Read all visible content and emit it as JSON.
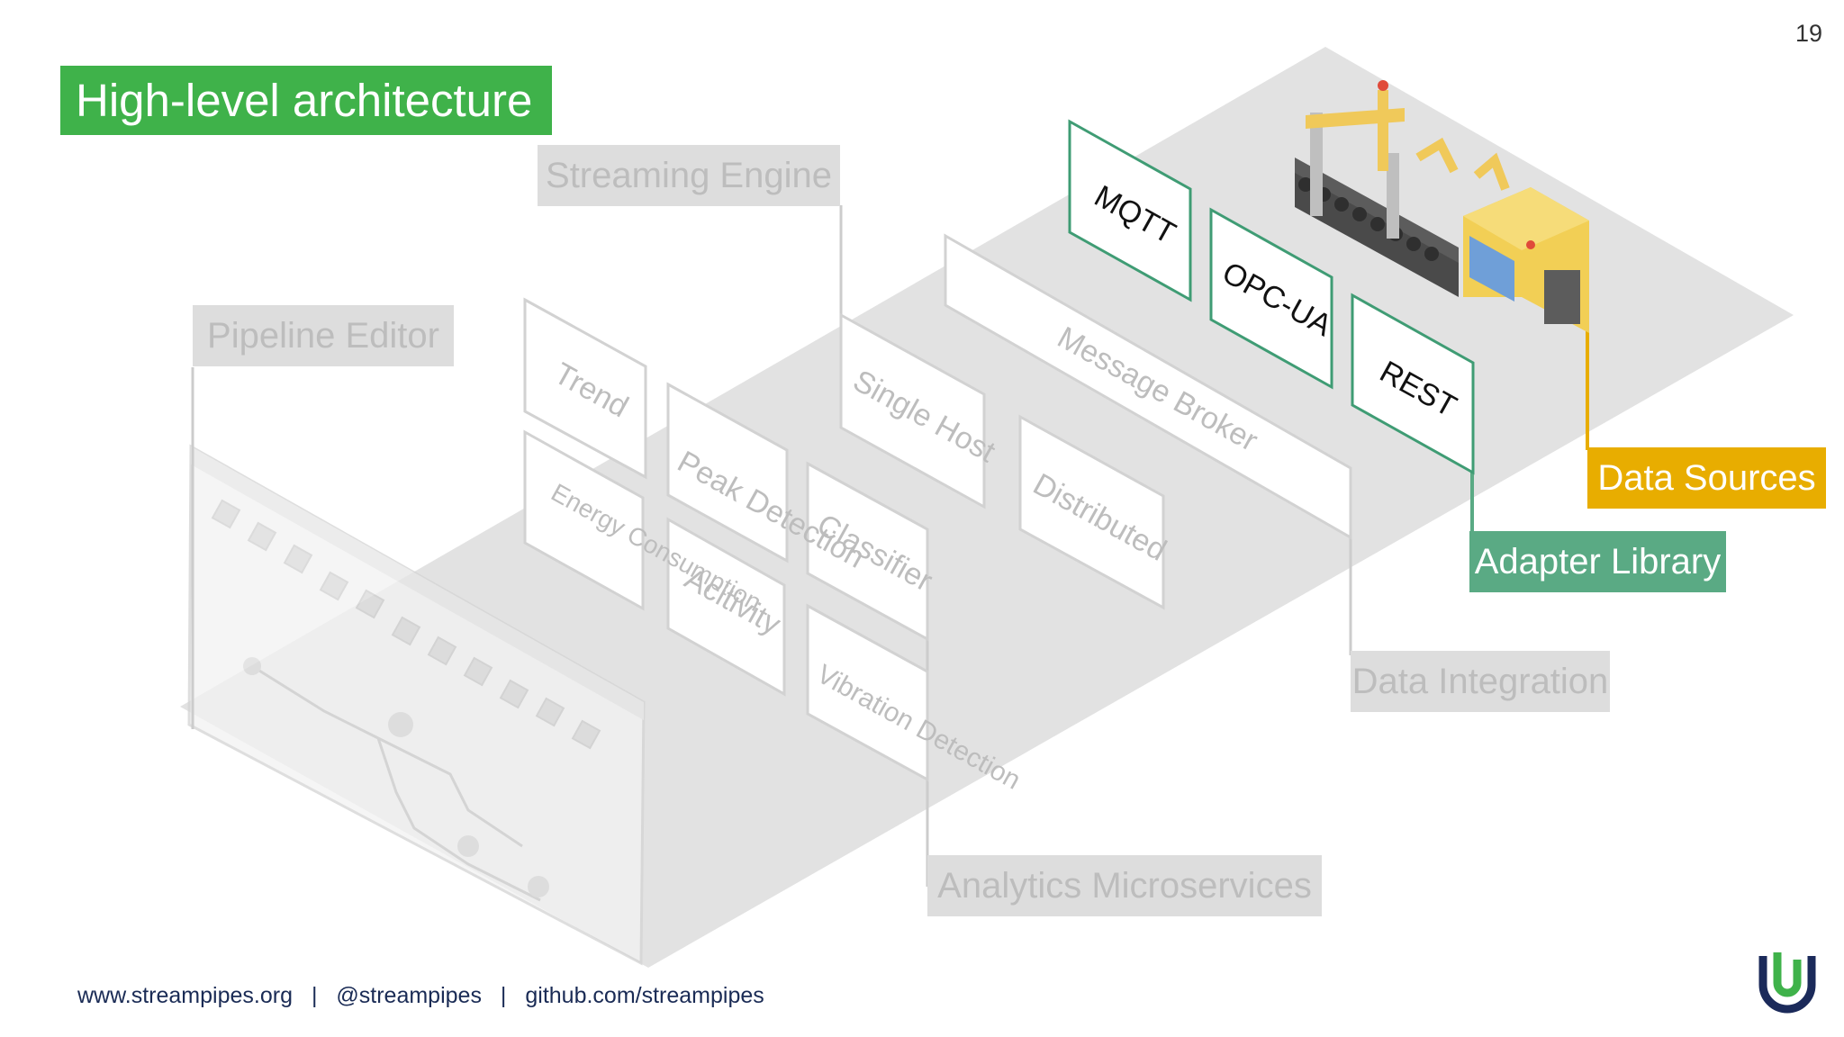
{
  "slide": {
    "number": "19"
  },
  "title": {
    "text": "High-level architecture"
  },
  "colors": {
    "title_green": "#3fb24a",
    "data_sources_yellow": "#e8ad00",
    "adapter_green": "#5aaa84",
    "protocol_border": "#3f9c74",
    "gray_label": "#dddddd",
    "gray_text": "#bdbdbd",
    "plane_gray": "#e2e2e2"
  },
  "categories": {
    "streaming_engine": "Streaming Engine",
    "pipeline_editor": "Pipeline Editor",
    "data_integration": "Data Integration",
    "analytics_microservices": "Analytics Microservices",
    "adapter_library": "Adapter Library",
    "data_sources": "Data Sources"
  },
  "planes": {
    "analytics": [
      "Trend",
      "Energy Consumption",
      "Peak Detection",
      "Acitivity",
      "Classifier",
      "Vibration Detection"
    ],
    "streaming": [
      "Single Host",
      "Distributed"
    ],
    "broker": "Message Broker",
    "adapters": [
      "MQTT",
      "OPC-UA",
      "REST"
    ]
  },
  "footer": {
    "website": "www.streampipes.org",
    "twitter": "@streampipes",
    "github": "github.com/streampipes",
    "separator": "|"
  },
  "icons": [
    "streampipes-logo-icon",
    "factory-conveyor-icon",
    "pipeline-editor-screenshot-icon"
  ]
}
